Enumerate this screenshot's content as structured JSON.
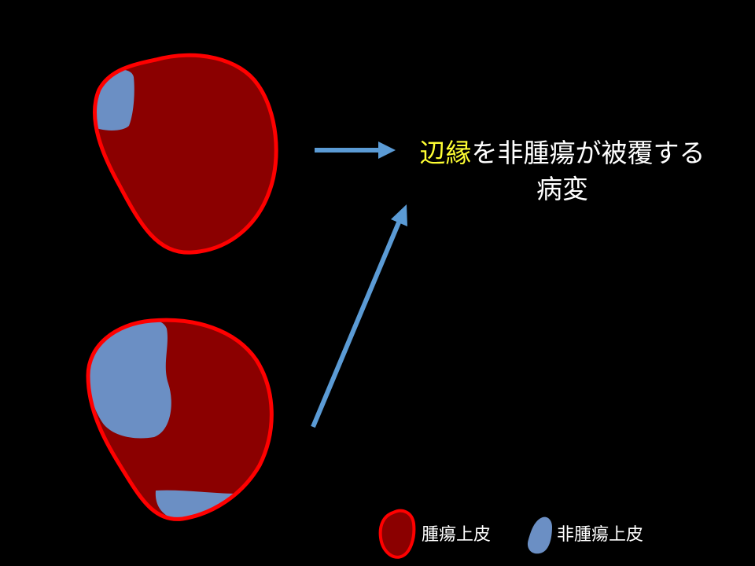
{
  "caption": {
    "highlight": "辺縁",
    "rest_line1": "を非腫瘍が被覆する",
    "line2": "病変"
  },
  "legend": {
    "tumor_label": "腫瘍上皮",
    "non_tumor_label": "非腫瘍上皮"
  },
  "colors": {
    "background": "#000000",
    "tumor_fill": "#8b0000",
    "tumor_outline": "#ff0000",
    "non_tumor_fill": "#6b8fc4",
    "arrow": "#5b9bd5",
    "highlight_text": "#ffff33",
    "text": "#ffffff"
  }
}
